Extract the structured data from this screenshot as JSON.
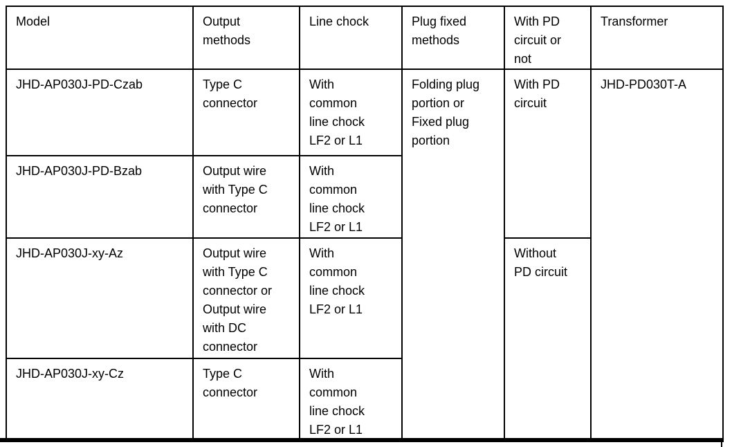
{
  "table": {
    "header": {
      "model": "Model",
      "output_methods": "Output\nmethods",
      "line_chock": "Line chock",
      "plug_fixed_methods": "Plug fixed\nmethods",
      "pd_circuit_or_not": "With PD\ncircuit or\nnot",
      "transformer": "Transformer"
    },
    "rows": [
      {
        "model": "JHD-AP030J-PD-Czab",
        "output_method": "Type C\nconnector",
        "line_chock": "With\ncommon\nline chock\nLF2 or L1"
      },
      {
        "model": "JHD-AP030J-PD-Bzab",
        "output_method": "Output wire\nwith Type C\nconnector",
        "line_chock": "With\ncommon\nline chock\nLF2 or L1"
      },
      {
        "model": "JHD-AP030J-xy-Az",
        "output_method": "Output wire\nwith Type C\nconnector or\nOutput wire\nwith DC\nconnector",
        "line_chock": "With\ncommon\nline chock\nLF2 or L1"
      },
      {
        "model": "JHD-AP030J-xy-Cz",
        "output_method": "Type C\nconnector",
        "line_chock": "With\ncommon\nline chock\nLF2 or L1"
      }
    ],
    "merged_cells": {
      "plug_fixed_method": "Folding plug\nportion or\nFixed plug\nportion",
      "with_pd_circuit": "With PD\ncircuit",
      "without_pd_circuit": "Without\nPD circuit",
      "transformer_model": "JHD-PD030T-A"
    }
  }
}
